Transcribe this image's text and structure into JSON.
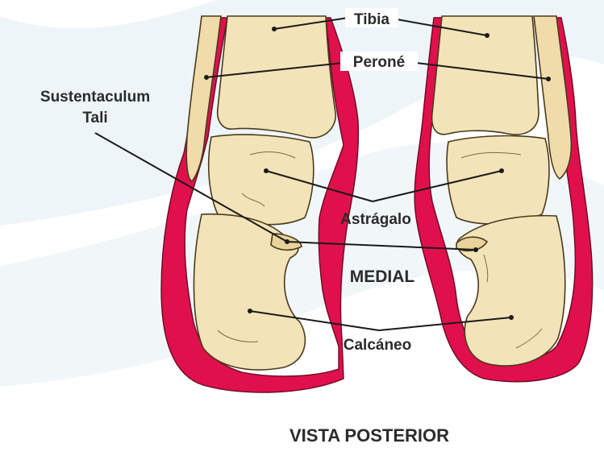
{
  "labels": {
    "tibia": "Tibia",
    "perone": "Peroné",
    "sustentaculum_line1": "Sustentaculum",
    "sustentaculum_line2": "Tali",
    "astragalo": "Astrágalo",
    "medial": "MEDIAL",
    "calcaneo": "Calcáneo",
    "view_title": "VISTA POSTERIOR"
  },
  "colors": {
    "bone": "#f3e3b8",
    "bone_shadow": "#e2cc94",
    "soft_tissue": "#e0104c",
    "background_swirl": "#e9f3f6",
    "text": "#2b2b2b"
  }
}
